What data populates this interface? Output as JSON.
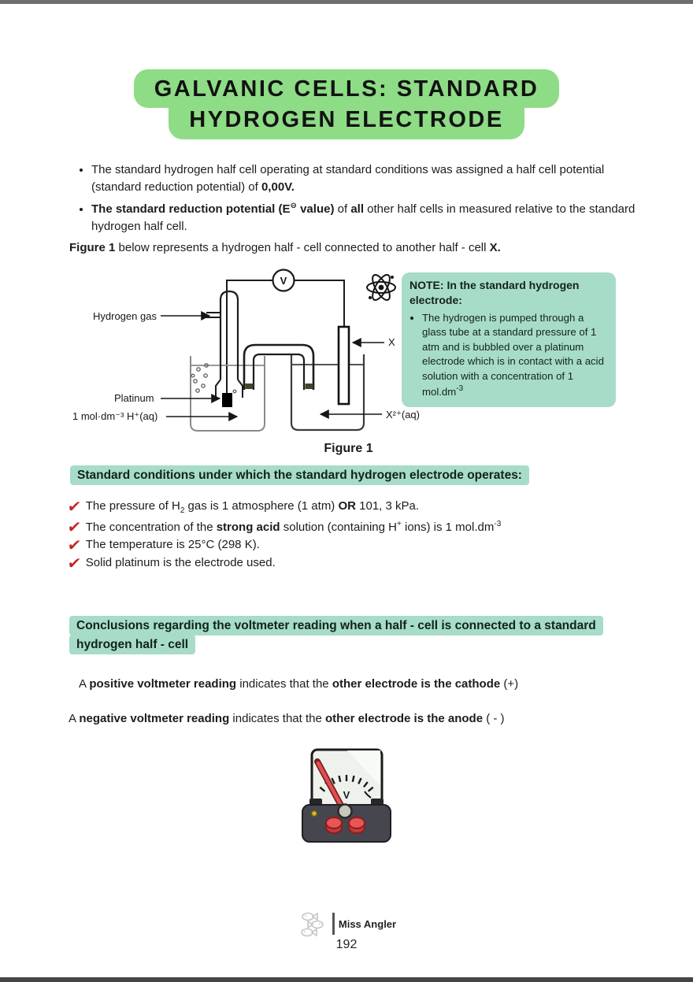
{
  "title": {
    "line1": "GALVANIC CELLS: STANDARD",
    "line2": "HYDROGEN ELECTRODE"
  },
  "intro": {
    "bullet1": [
      {
        "t": "The standard hydrogen half cell operating at standard conditions was assigned a half cell potential (standard reduction potential) of "
      },
      {
        "t": "0,00V.",
        "b": true
      }
    ],
    "bullet2": [
      {
        "t": "The standard reduction potential (E",
        "b": true
      },
      {
        "t": "⊖",
        "b": true,
        "sup": true
      },
      {
        "t": " value)",
        "b": true
      },
      {
        "t": " of "
      },
      {
        "t": "all",
        "b": true
      },
      {
        "t": " other half cells in measured relative to the standard hydrogen half cell."
      }
    ],
    "figure_line": [
      {
        "t": "Figure 1",
        "b": true
      },
      {
        "t": " below represents a hydrogen half - cell connected to another half - cell "
      },
      {
        "t": "X.",
        "b": true
      }
    ]
  },
  "diagram": {
    "voltmeter_label": "V",
    "labels": {
      "hydrogen_gas": "Hydrogen gas",
      "platinum": "Platinum",
      "acid": "1 mol·dm⁻³ H⁺(aq)",
      "x_electrode": "X",
      "x_solution": "X²⁺(aq)"
    },
    "caption": "Figure 1",
    "note": {
      "heading": "NOTE: In the standard hydrogen electrode:",
      "bullet": [
        {
          "t": "The hydrogen is pumped through a glass tube at a standard pressure of 1 atm and is bubbled over a platinum electrode which is in contact with a acid solution with a concentration of 1 mol.dm"
        },
        {
          "t": "-3",
          "sup": true
        }
      ]
    }
  },
  "conditions": {
    "heading": "Standard conditions under which the standard hydrogen electrode operates:",
    "check_glyph": "✔",
    "items": [
      [
        {
          "t": "The pressure of H"
        },
        {
          "t": "2",
          "sub": true
        },
        {
          "t": " gas is 1 atmosphere (1 atm) "
        },
        {
          "t": "OR",
          "b": true
        },
        {
          "t": " 101, 3 kPa."
        }
      ],
      [
        {
          "t": "The concentration of the "
        },
        {
          "t": "strong acid",
          "b": true
        },
        {
          "t": " solution (containing H"
        },
        {
          "t": "+",
          "sup": true
        },
        {
          "t": " ions) is 1 mol.dm"
        },
        {
          "t": "-3",
          "sup": true
        }
      ],
      [
        {
          "t": "The temperature is 25°C (298 K)."
        }
      ],
      [
        {
          "t": "Solid platinum is the electrode used."
        }
      ]
    ]
  },
  "conclusions": {
    "heading": "Conclusions regarding the voltmeter reading when a half - cell is connected to a standard hydrogen half - cell",
    "positive": [
      {
        "t": "A "
      },
      {
        "t": "positive voltmeter reading",
        "b": true
      },
      {
        "t": " indicates that the "
      },
      {
        "t": "other electrode is the cathode",
        "b": true
      },
      {
        "t": " (+)"
      }
    ],
    "negative": [
      {
        "t": "A "
      },
      {
        "t": "negative voltmeter reading",
        "b": true
      },
      {
        "t": " indicates that the "
      },
      {
        "t": "other electrode is the anode",
        "b": true
      },
      {
        "t": " ( - )"
      }
    ]
  },
  "voltmeter_image": {
    "dial_label": "V"
  },
  "footer": {
    "brand": "Miss Angler",
    "page_number": "192"
  },
  "colors": {
    "title_highlight": "#8edc86",
    "note_highlight": "#a7dcc8",
    "check_red": "#c32525",
    "needle_red": "#e05050"
  }
}
